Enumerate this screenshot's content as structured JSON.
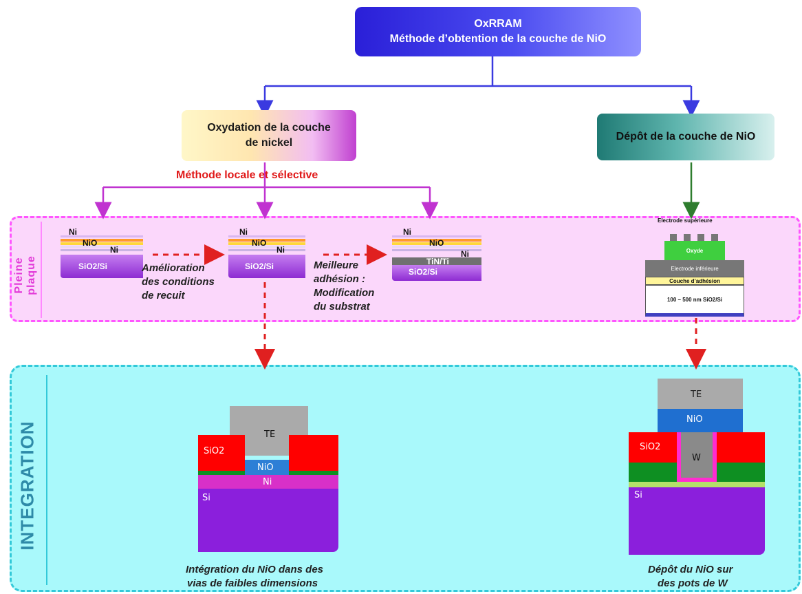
{
  "top_box": {
    "line1": "OxRRAM",
    "line2": "Méthode d’obtention de la couche de NiO"
  },
  "left_branch": {
    "line1": "Oxydation de la couche",
    "line2": "de nickel"
  },
  "right_branch": {
    "label": "Dépôt de la couche de NiO"
  },
  "method_label": "Méthode locale et sélective",
  "pleine_plaque": {
    "side_label": "Pleine plaque",
    "stack1": {
      "ni_top": "Ni",
      "nio": "NiO",
      "ni_mid": "Ni",
      "substrate": "SiO2/Si"
    },
    "stack2": {
      "ni_top": "Ni",
      "nio": "NiO",
      "ni_mid": "Ni",
      "substrate": "SiO2/Si"
    },
    "stack3": {
      "ni_top": "Ni",
      "nio": "NiO",
      "ni_mid": "Ni",
      "tin": "TiN/Ti",
      "substrate": "SiO2/Si"
    },
    "step1": [
      "Amélioration",
      "des conditions",
      "de recuit"
    ],
    "step2": [
      "Meilleure",
      "adhésion :",
      "Modification",
      "du substrat"
    ],
    "device": {
      "top_electrode": "Electrode supérieure",
      "oxide": "Oxyde",
      "bottom_electrode": "Electrode inférieure",
      "adhesion": "Couche d’adhésion",
      "substrate": "100 – 500 nm SiO2/Si"
    }
  },
  "integration": {
    "side_label": "INTEGRATION",
    "left_cross": {
      "te": "TE",
      "sio2": "SiO2",
      "nio": "NiO",
      "ni": "Ni",
      "si": "Si",
      "caption_line1": "Intégration du NiO dans des",
      "caption_line2": "vias de faibles dimensions"
    },
    "right_cross": {
      "te": "TE",
      "nio": "NiO",
      "sio2": "SiO2",
      "w": "W",
      "si": "Si",
      "caption_line1": "Dépôt du NiO sur",
      "caption_line2": "des pots de W"
    }
  },
  "colors": {
    "top_box_gradient": [
      "#3b2fe0",
      "#7a7bff"
    ],
    "pleine_plaque_bg": "#fbd7fb",
    "integration_bg": "#a9f9fb",
    "connector_blue": "#3a3ae0",
    "connector_magenta": "#c033d0",
    "connector_green": "#2e7d2e",
    "dashed_red": "#e02020"
  }
}
